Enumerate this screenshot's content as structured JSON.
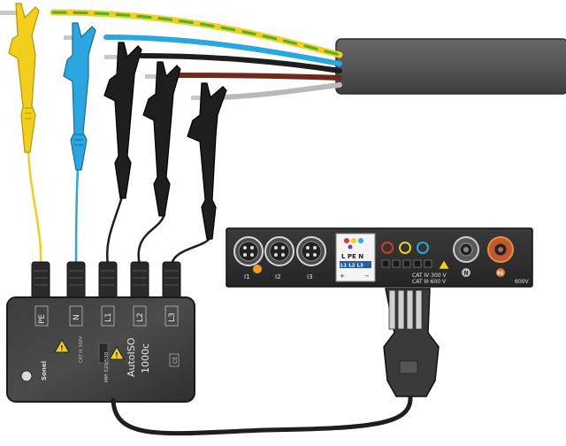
{
  "adapter": {
    "model": "AutoISO",
    "model_number": "1000c",
    "ports": [
      "PE",
      "N",
      "L1",
      "L2",
      "L3"
    ],
    "cat_rating": "CAT III 300V",
    "brand": "Sonel",
    "compat": "MPI 520/530"
  },
  "meter": {
    "sockets": [
      "I1",
      "I2",
      "I3"
    ],
    "lpen_header": "L PE N",
    "lpen_sub": "L1 L2 L3",
    "rating_1": "CAT IV 300 V",
    "rating_2": "CAT III 600 V",
    "jack_n": "N",
    "jack_rs": "RS",
    "max_label": "600V"
  },
  "wire_colors": {
    "yellow": "#f2cf1b",
    "green": "#49b135",
    "blue": "#2aa6e0",
    "black": "#1e1e1e",
    "brown": "#6e2a1d",
    "grey": "#b9b9b9",
    "cable": "#555555"
  }
}
